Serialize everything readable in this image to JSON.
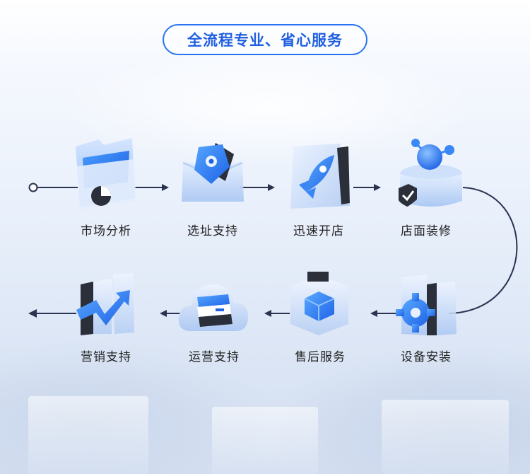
{
  "header": {
    "title": "全流程专业、省心服务"
  },
  "colors": {
    "accent": "#2a74f1",
    "line": "#2a3350",
    "label": "#222222"
  },
  "steps": [
    {
      "label": "市场分析",
      "icon": "folder-chart-icon"
    },
    {
      "label": "选址支持",
      "icon": "location-tag-icon"
    },
    {
      "label": "迅速开店",
      "icon": "rocket-icon"
    },
    {
      "label": "店面装修",
      "icon": "robot-shield-icon"
    },
    {
      "label": "设备安装",
      "icon": "gear-panels-icon"
    },
    {
      "label": "售后服务",
      "icon": "cube-icon"
    },
    {
      "label": "运营支持",
      "icon": "cloud-server-icon"
    },
    {
      "label": "营销支持",
      "icon": "trend-arrow-icon"
    }
  ]
}
